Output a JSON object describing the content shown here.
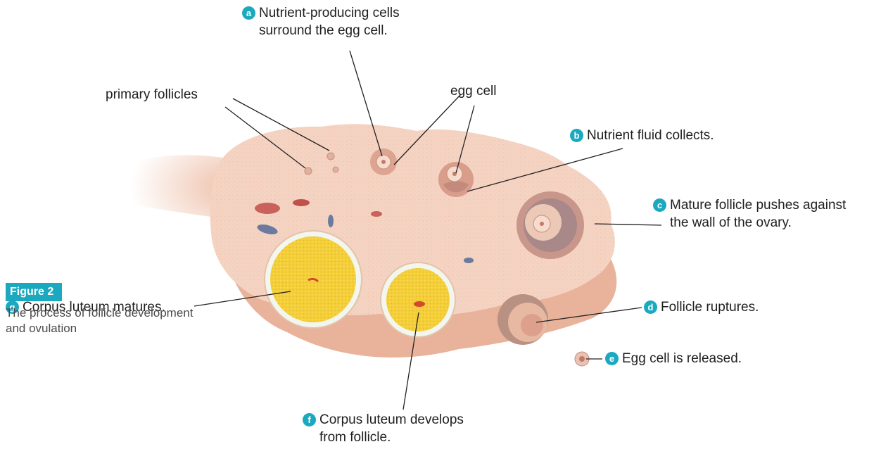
{
  "colors": {
    "badge": "#1aa9bf",
    "ovary": "#f5d3c2",
    "ovary_rim": "#e9b29a",
    "corpus_luteum": "#f4cf38",
    "egg_cell": "#d9a190",
    "leader_line": "#222222"
  },
  "labels": {
    "a": {
      "badge": "a",
      "line1": "Nutrient-producing cells",
      "line2": "surround the egg cell."
    },
    "primary": {
      "text": "primary follicles"
    },
    "egg": {
      "text": "egg cell"
    },
    "b": {
      "badge": "b",
      "line1": "Nutrient fluid collects."
    },
    "c": {
      "badge": "c",
      "line1": "Mature follicle pushes against",
      "line2": "the wall of the ovary."
    },
    "d": {
      "badge": "d",
      "line1": "Follicle ruptures."
    },
    "e": {
      "badge": "e",
      "line1": "Egg cell is released."
    },
    "f": {
      "badge": "f",
      "line1": "Corpus luteum develops",
      "line2": "from follicle."
    },
    "g": {
      "badge": "g",
      "line1": "Corpus luteum matures."
    }
  },
  "figure": {
    "tag": "Figure 2",
    "caption": "The process of follicle development and ovulation"
  }
}
